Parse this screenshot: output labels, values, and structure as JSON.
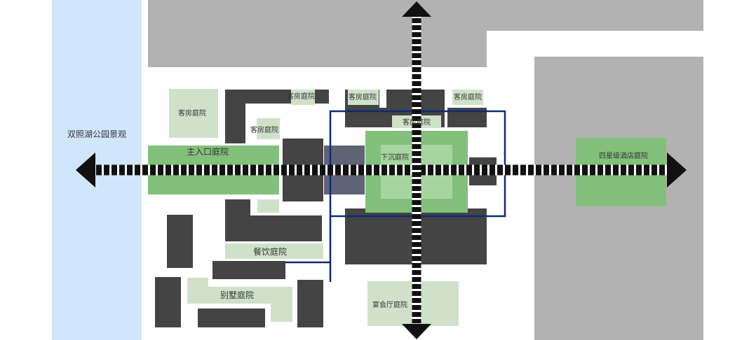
{
  "colors": {
    "lake": "#d0e6fb",
    "hotel_zone": "#b2b2b2",
    "building": "#444444",
    "courtyard_light": "#cfe2c9",
    "courtyard_green": "#82c07b",
    "highlight_frame": "#0f2a78",
    "axis": "#111111",
    "axis_dash": "#ffffff"
  },
  "labels": {
    "lake_park": "双照湖公园景观",
    "main_entrance": "主入口庭院",
    "sunken_courtyard": "下沉庭院",
    "four_star_hotel": "四星级酒店庭院",
    "dining": "餐饮庭院",
    "villa": "别墅庭院",
    "banquet": "宴会厅庭院",
    "guest_room_1": "客房庭院",
    "guest_room_2": "客房庭院",
    "guest_room_3": "客房庭院",
    "guest_room_4": "客房庭院",
    "guest_room_5": "客房庭院",
    "guest_room_6": "客房庭院"
  }
}
